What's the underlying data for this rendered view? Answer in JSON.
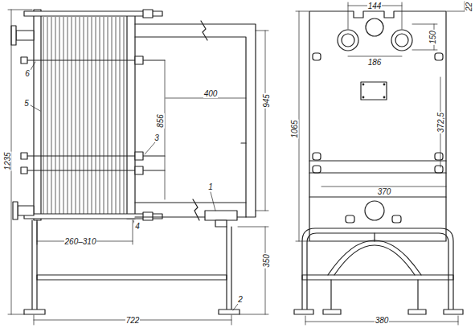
{
  "diagram": {
    "labels": [
      "144",
      "22",
      "150",
      "186",
      "1065",
      "372,5",
      "370",
      "380",
      "1235",
      "400",
      "945",
      "856",
      "260–310",
      "350",
      "722",
      "1",
      "2",
      "3",
      "4",
      "5",
      "6"
    ]
  }
}
